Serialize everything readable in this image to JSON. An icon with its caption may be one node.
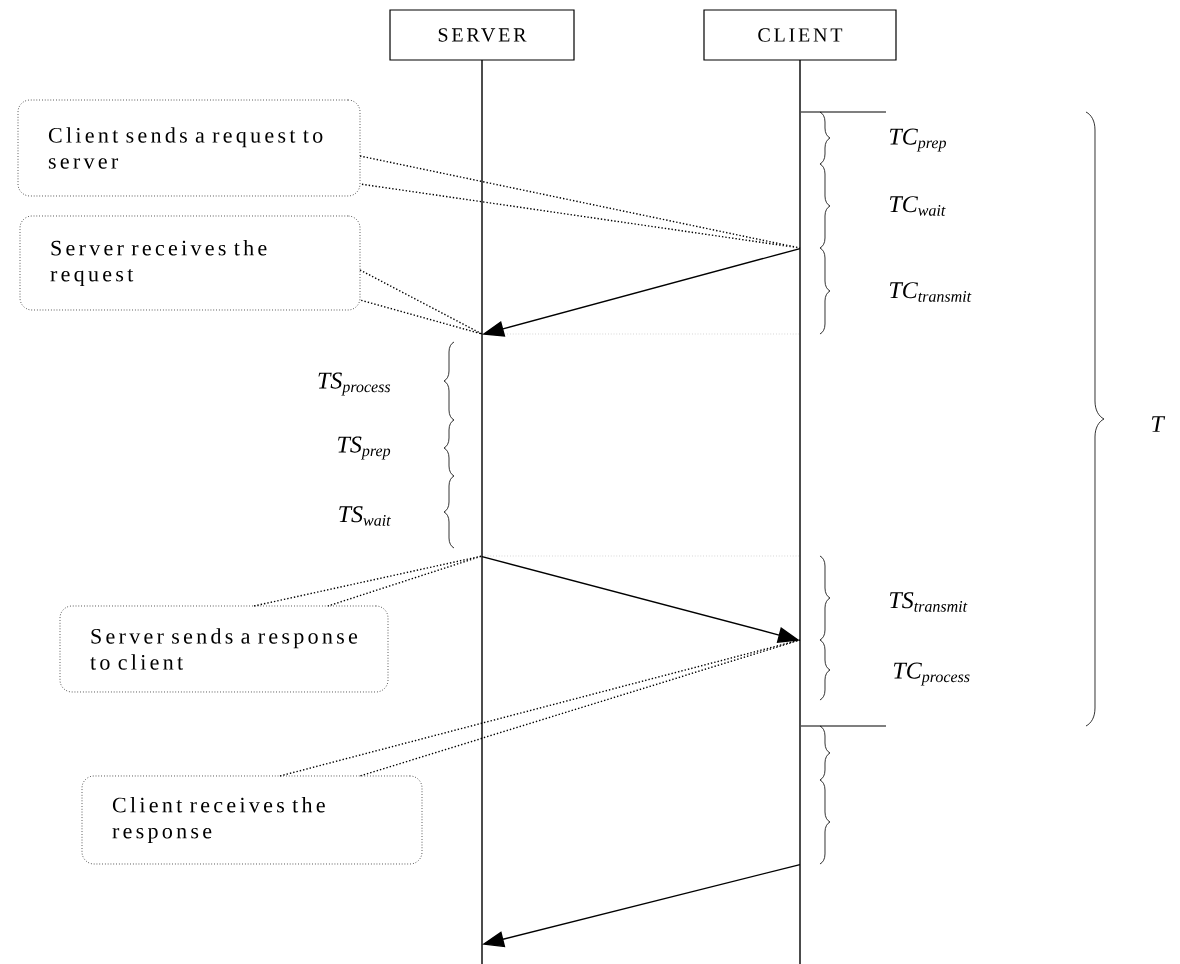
{
  "diagram": {
    "nodes": [
      {
        "text": [
          "SERVER"
        ]
      },
      {
        "text": [
          "CLIENT"
        ]
      },
      {
        "text": [
          "Client sends a request to server"
        ]
      },
      {
        "text": [
          "Server receives the request"
        ]
      },
      {
        "text": [
          "Server sends a response to client"
        ]
      },
      {
        "text": [
          "Client receives the response"
        ]
      }
    ],
    "edges": [
      {
        "from": 2,
        "to": null,
        "arrow": "none",
        "style": "dashed"
      },
      {
        "from": 3,
        "to": null,
        "arrow": "none",
        "style": "dashed"
      },
      {
        "from": 4,
        "to": null,
        "arrow": "none",
        "style": "dashed"
      },
      {
        "from": 5,
        "to": null,
        "arrow": "none",
        "style": "dashed"
      },
      {
        "from": 1,
        "to": 0,
        "arrow": "to"
      },
      {
        "from": 0,
        "to": 1,
        "arrow": "to"
      },
      {
        "from": 1,
        "to": 0,
        "arrow": "to"
      }
    ],
    "labels": [
      "TC$_{prep}$",
      "TC$_{wait}$",
      "TC$_{transmit}$",
      "TS$_{process}$",
      "TS$_{prep}$",
      "TS$_{wait}$",
      "TS$_{transmit}$",
      "TC$_{process}$",
      "T"
    ]
  }
}
